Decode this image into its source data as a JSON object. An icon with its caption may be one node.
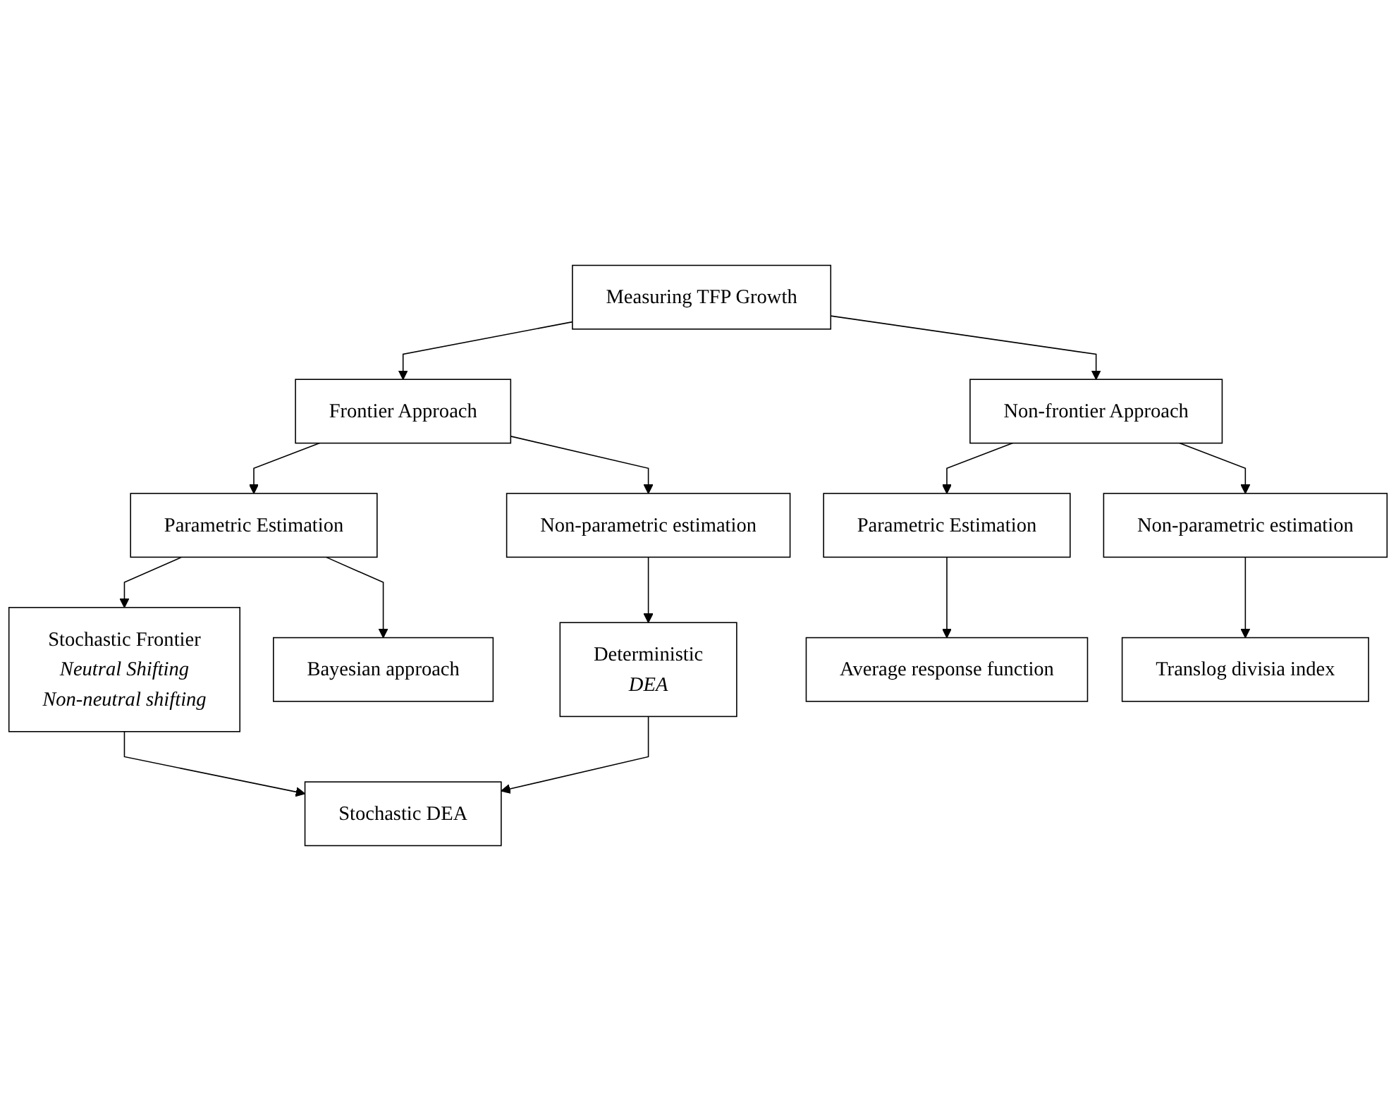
{
  "diagram": {
    "nodes": [
      {
        "text": [
          "Measuring TFP Growth"
        ]
      },
      {
        "text": [
          "Frontier Approach"
        ]
      },
      {
        "text": [
          "Non-frontier Approach"
        ]
      },
      {
        "text": [
          "Parametric Estimation"
        ]
      },
      {
        "text": [
          "Non-parametric estimation"
        ]
      },
      {
        "text": [
          "Parametric Estimation"
        ]
      },
      {
        "text": [
          "Non-parametric estimation"
        ]
      },
      {
        "text": [
          "Stochastic Frontier",
          "Neutral Shifting",
          "Non-neutral shifting"
        ]
      },
      {
        "text": [
          "Deterministic",
          "DEA"
        ]
      },
      {
        "text": [
          "Average response function"
        ]
      },
      {
        "text": [
          "Translog divisia index"
        ]
      },
      {
        "text": [
          "Stochastic DEA"
        ]
      },
      {
        "text": [
          "Bayesian approach"
        ]
      }
    ],
    "edges": [
      {
        "from": 0,
        "to": 1,
        "arrow": "to"
      },
      {
        "from": 0,
        "to": 2,
        "arrow": "to"
      },
      {
        "from": 1,
        "to": 3,
        "arrow": "to"
      },
      {
        "from": 1,
        "to": 4,
        "arrow": "to"
      },
      {
        "from": 2,
        "to": 5,
        "arrow": "to"
      },
      {
        "from": 2,
        "to": 6,
        "arrow": "to"
      },
      {
        "from": 4,
        "to": 8,
        "arrow": "to"
      },
      {
        "from": 5,
        "to": 9,
        "arrow": "to"
      },
      {
        "from": 6,
        "to": 10,
        "arrow": "to"
      },
      {
        "from": 3,
        "to": 7,
        "arrow": "to"
      },
      {
        "from": 3,
        "to": 12,
        "arrow": "to"
      },
      {
        "from": 7,
        "to": 11,
        "arrow": "to"
      },
      {
        "from": 8,
        "to": 11,
        "arrow": "to"
      }
    ]
  }
}
